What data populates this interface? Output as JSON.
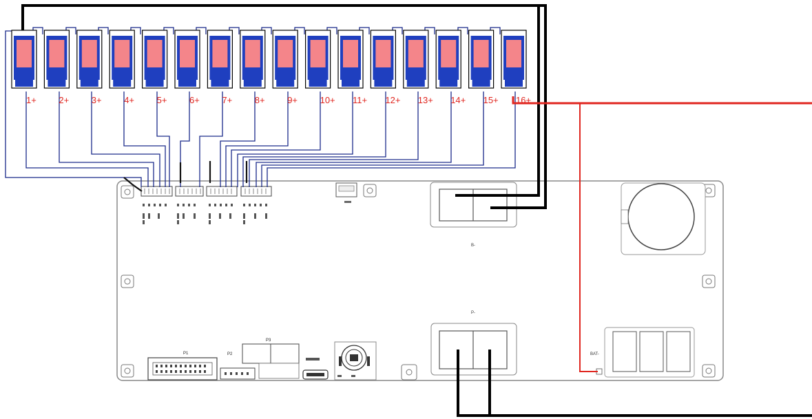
{
  "colors": {
    "cell_body": "#f4858a",
    "cell_frame": "#1f3fbf",
    "cell_outline": "#000000",
    "sense_wire": "#1a2a8a",
    "positive_wire": "#e0261f",
    "negative_wire": "#000000",
    "board_outline": "#888888",
    "label_text": "#e0261f"
  },
  "cells": [
    "1+",
    "2+",
    "3+",
    "4+",
    "5+",
    "6+",
    "7+",
    "8+",
    "9+",
    "10+",
    "11+",
    "12+",
    "13+",
    "14+",
    "15+",
    "16+"
  ],
  "board": {
    "connector_p1": "P1",
    "connector_p2": "P2",
    "connector_p3": "P3",
    "bat_label": "BAT-",
    "mark_b": "B-",
    "mark_p": "P-"
  }
}
